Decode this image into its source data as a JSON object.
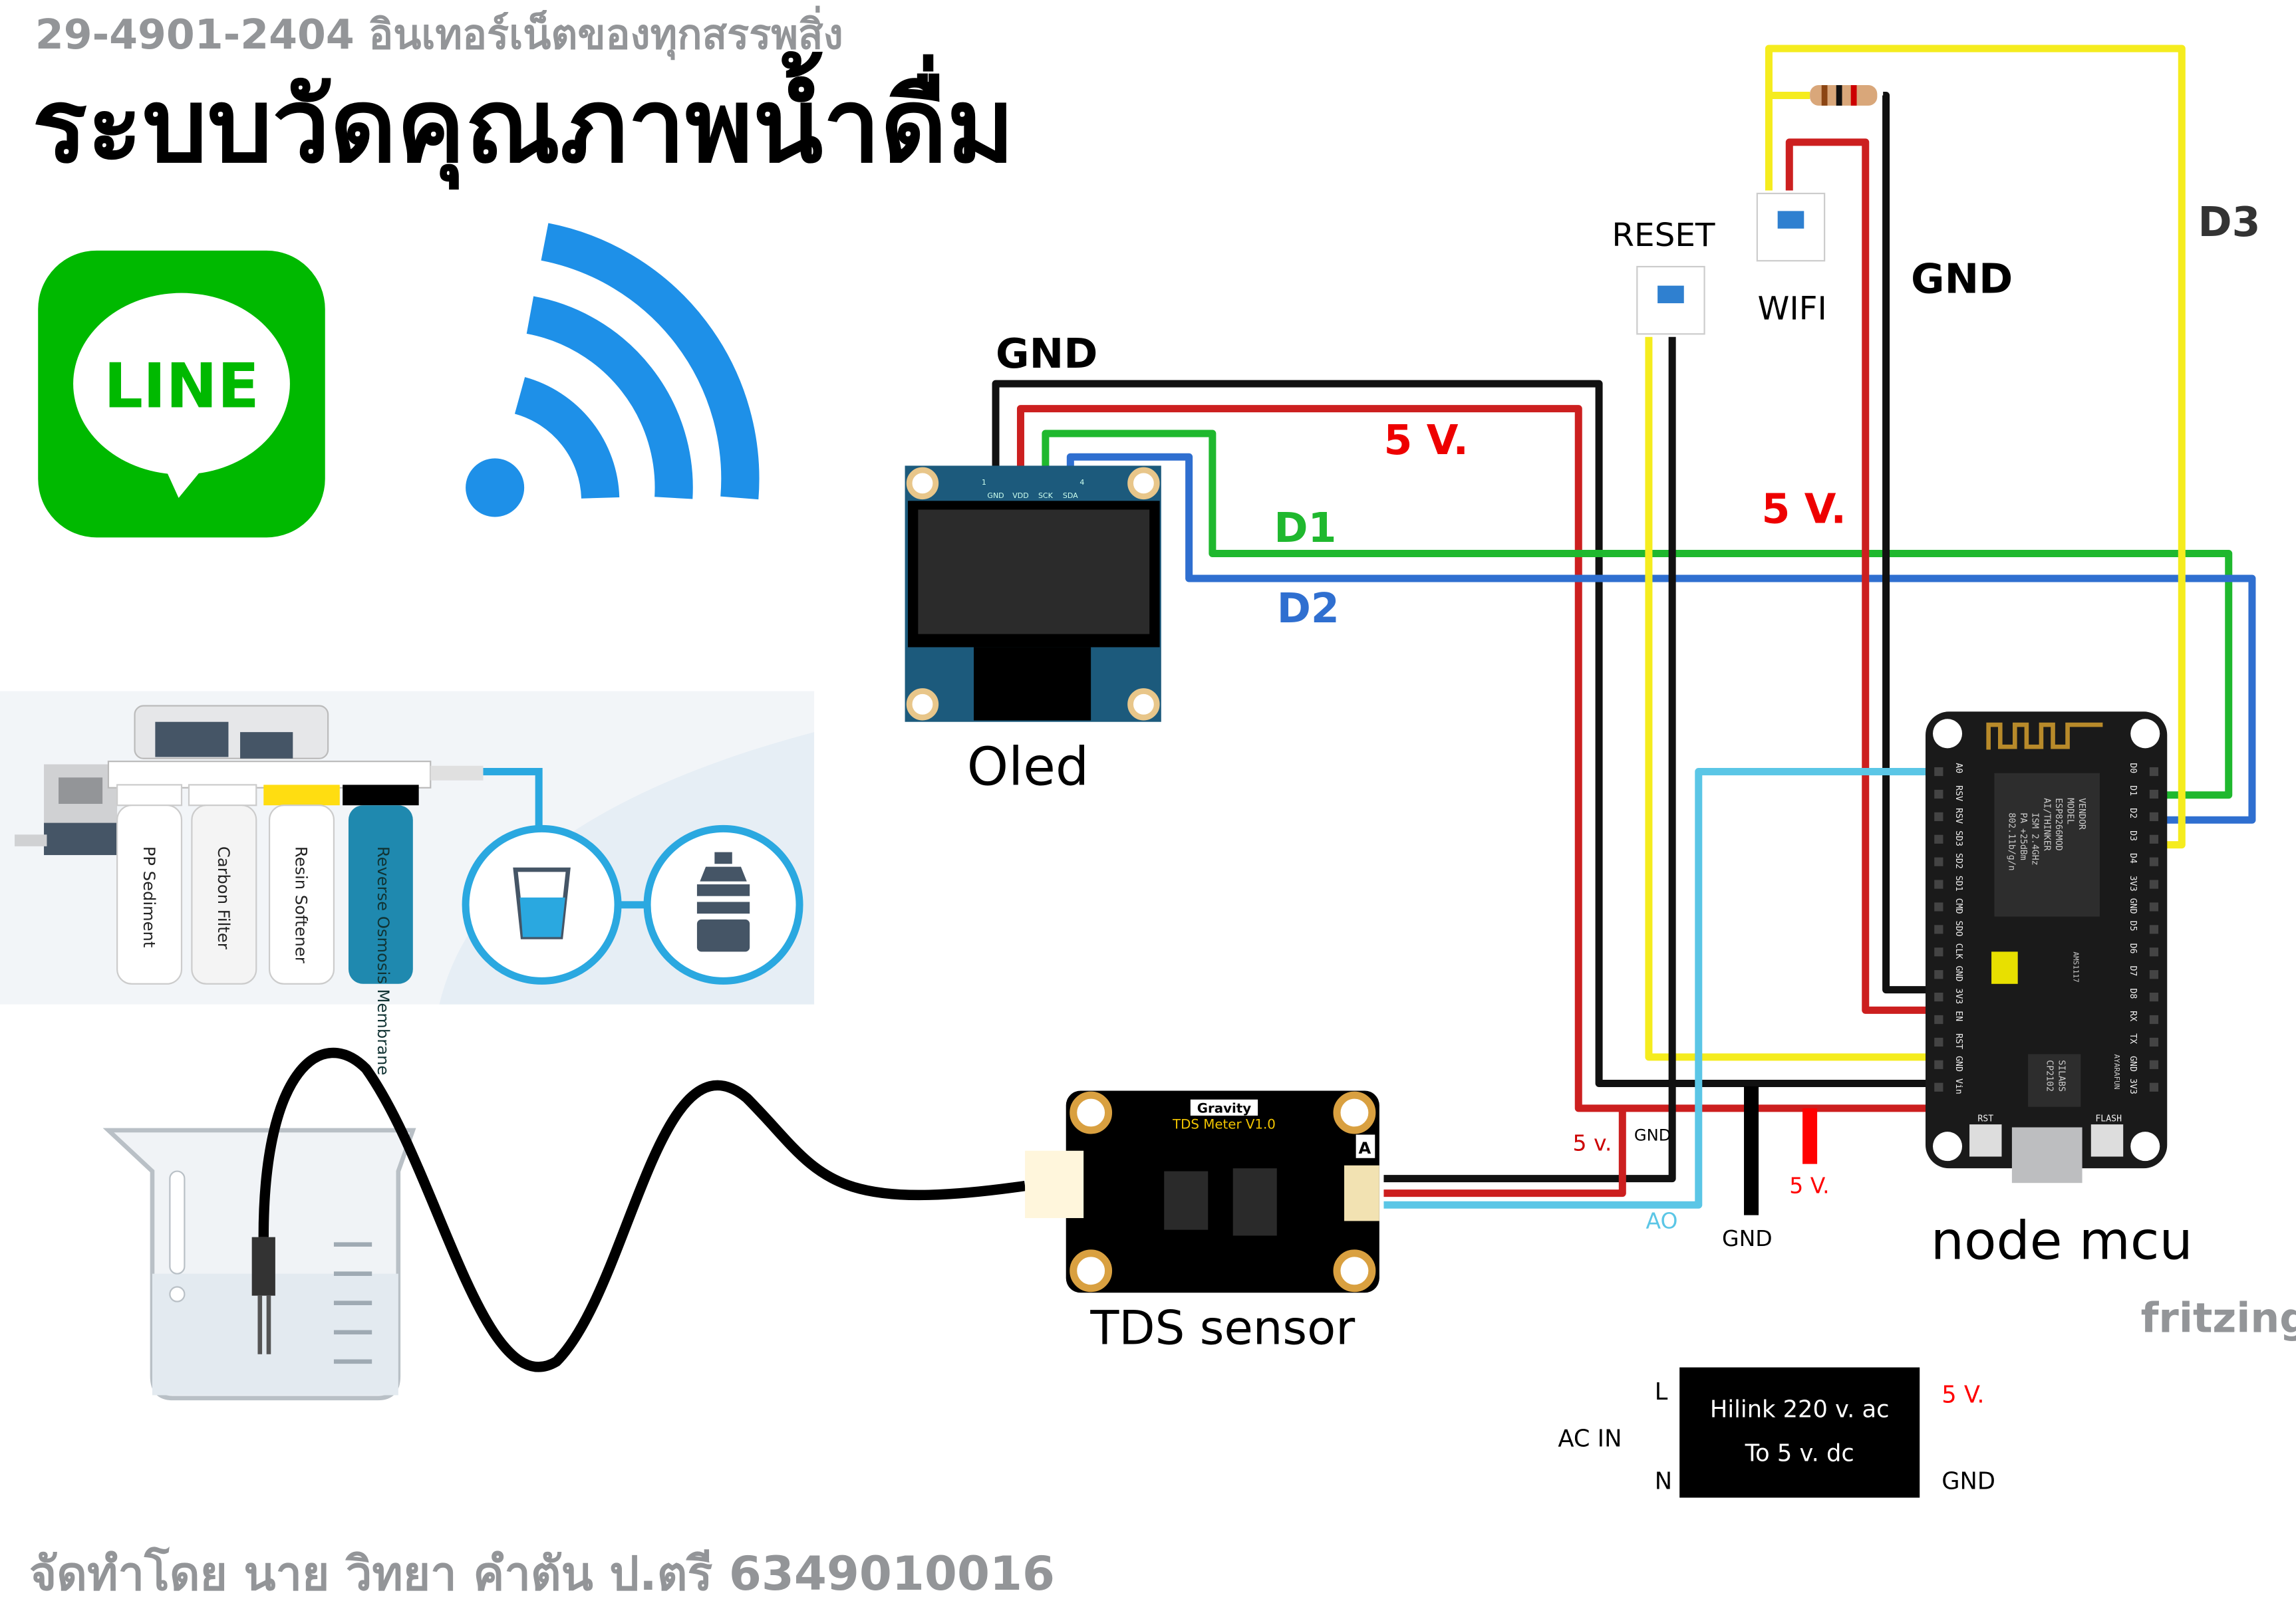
{
  "header": {
    "subtitle": "29-4901-2404 อินเทอร์เน็ตของทุกสรรพสิ่ง",
    "title": "ระบบวัดคุณภาพน้ำดื่ม"
  },
  "logos": {
    "line_text": "LINE",
    "line_color": "#00B900",
    "wifi_color": "#1E90E8",
    "fritzing": "fritzing"
  },
  "filter": {
    "stages": [
      "PP Sediment",
      "Carbon Filter",
      "Resin Softener",
      "Reverse Osmosis Membrane"
    ],
    "icons": [
      "water-glass-icon",
      "water-bottle-icon"
    ]
  },
  "oled": {
    "label": "Oled",
    "pins": [
      "GND",
      "VDD",
      "SCK",
      "SDA"
    ],
    "pin_first": "1",
    "pin_last": "4"
  },
  "tds": {
    "label": "TDS sensor",
    "brand": "Gravity",
    "model": "TDS Meter V1.0",
    "corner": "A",
    "pins": [
      "-",
      "+",
      "A"
    ]
  },
  "nodemcu": {
    "label": "node mcu",
    "left_pins": [
      "A0",
      "RSV",
      "RSV",
      "SD3",
      "SD2",
      "SD1",
      "CMD",
      "SDO",
      "CLK",
      "GND",
      "3V3",
      "EN",
      "RST",
      "GND",
      "Vin"
    ],
    "right_pins": [
      "D0",
      "D1",
      "D2",
      "D3",
      "D4",
      "3V3",
      "GND",
      "D5",
      "D6",
      "D7",
      "D8",
      "RX",
      "TX",
      "GND",
      "3V3"
    ],
    "module_text": [
      "MODEL",
      "ESP8266MOD",
      "VENDOR",
      "AI/THINKER",
      "ISM 2.4GHz",
      "PA +25dBm",
      "802.11b/g/n"
    ],
    "chips": [
      "AMS1117",
      "SILABS",
      "CP2102",
      "AYARAFUN"
    ],
    "buttons": [
      "RST",
      "FLASH"
    ]
  },
  "switches": {
    "reset": "RESET",
    "wifi": "WIFI"
  },
  "wire_labels": {
    "oled_gnd": "GND",
    "oled_5v": "5 V.",
    "d1": "D1",
    "d2": "D2",
    "mid_5v": "5 V.",
    "right_gnd": "GND",
    "d3": "D3",
    "tds_5v": "5 v.",
    "tds_gnd": "GND",
    "tds_ao": "AO",
    "supply_gnd": "GND",
    "supply_5v": "5 V."
  },
  "colors": {
    "gnd": "#000000",
    "vcc": "#CC1F1F",
    "d1": "#1FB82E",
    "d2": "#2F6FD0",
    "d3": "#F5EC1E",
    "ao": "#5BC6E6"
  },
  "power": {
    "line1": "Hilink 220 v. ac",
    "line2": "To 5 v. dc",
    "in_label": "AC IN",
    "l": "L",
    "n": "N",
    "out_5v": "5 V.",
    "out_gnd": "GND"
  },
  "footer": {
    "credit": "จัดทำโดย นาย วิทยา คำตัน ป.ตรี 6349010016"
  }
}
